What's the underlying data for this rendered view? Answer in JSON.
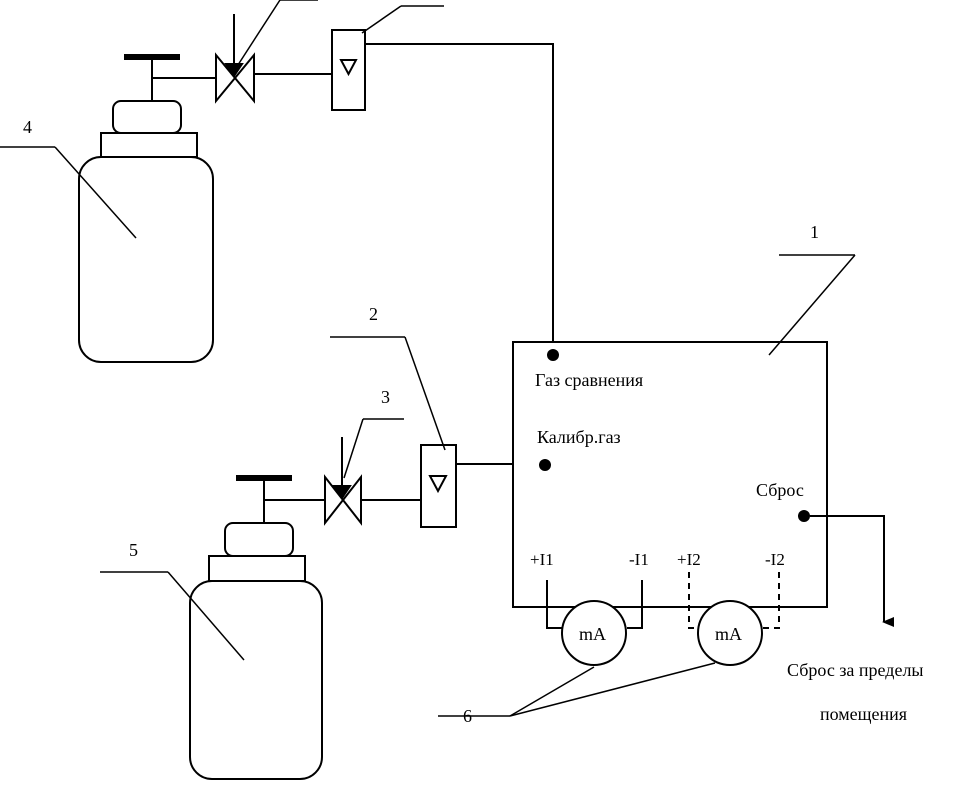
{
  "labels": {
    "ref_gas": "Газ сравнения",
    "calib_gas": "Калибр.газ",
    "reset": "Сброс",
    "vent_line1": "Сброс за пределы",
    "vent_line2": "помещения",
    "plus_i1": "+I1",
    "minus_i1": "-I1",
    "plus_i2": "+I2",
    "minus_i2": "-I2",
    "meter1": "mA",
    "meter2": "mA"
  },
  "callouts": {
    "n1": "1",
    "n2": "2",
    "n3": "3",
    "n4": "4",
    "n5": "5",
    "n6": "6"
  }
}
